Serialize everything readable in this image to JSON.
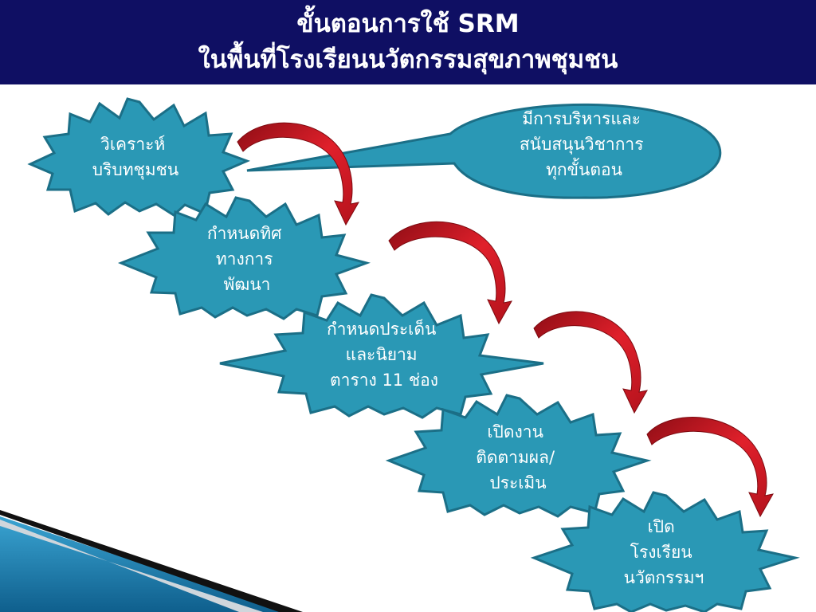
{
  "title": {
    "line1": "ขั้นตอนการใช้ SRM",
    "line2": "ในพื้นที่โรงเรียนนวัตกรรมสุขภาพชุมชน"
  },
  "steps": [
    {
      "lines": [
        "วิเคราะห์",
        "บริบทชุมชน"
      ]
    },
    {
      "lines": [
        "กำหนดทิศ",
        "ทางการ",
        "พัฒนา"
      ]
    },
    {
      "lines": [
        "กำหนดประเด็น",
        "และนิยาม",
        "ตาราง 11  ช่อง"
      ]
    },
    {
      "lines": [
        "เปิดงาน",
        "ติดตามผล/",
        "ประเมิน"
      ]
    },
    {
      "lines": [
        "เปิด",
        "โรงเรียน",
        "นวัตกรรมฯ"
      ]
    }
  ],
  "callout": {
    "lines": [
      "มีการบริหารและ",
      "สนับสนุนวิชาการ",
      "ทุกขั้นตอน"
    ]
  },
  "colors": {
    "title_bg": "#0f0f63",
    "node_fill": "#2a98b5",
    "node_stroke": "#1b6f87",
    "arrow": "#c8141e",
    "stripe_blue": "#1e7fb0"
  }
}
